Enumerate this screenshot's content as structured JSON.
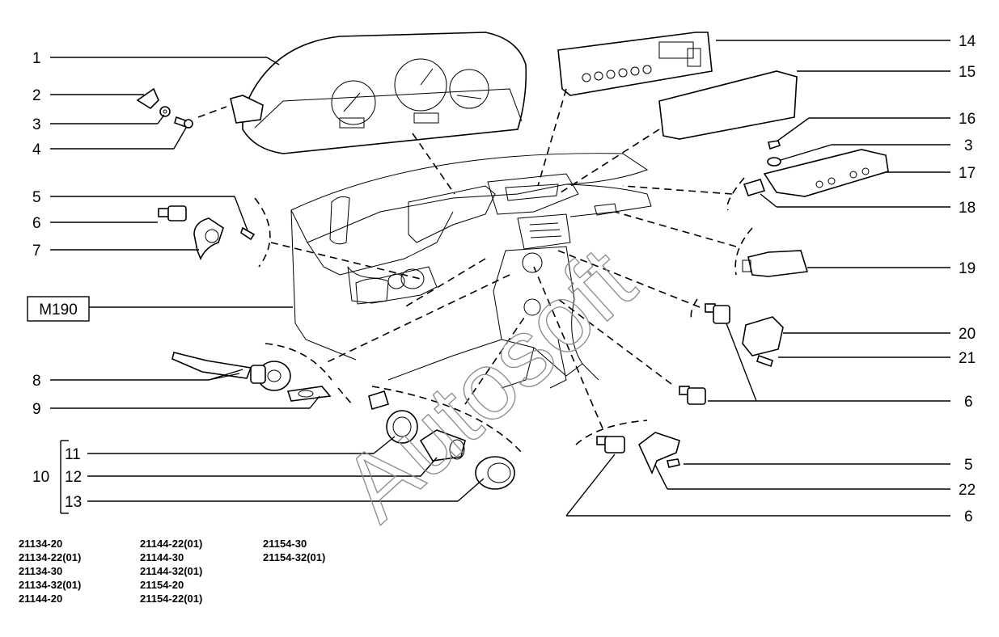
{
  "callouts": {
    "n1": "1",
    "n2": "2",
    "n3a": "3",
    "n4": "4",
    "n5a": "5",
    "n6a": "6",
    "n7": "7",
    "n8": "8",
    "n9": "9",
    "n10": "10",
    "n11": "11",
    "n12": "12",
    "n13": "13",
    "n14": "14",
    "n15": "15",
    "n16": "16",
    "n3b": "3",
    "n17": "17",
    "n18": "18",
    "n19": "19",
    "n20": "20",
    "n21": "21",
    "n6b": "6",
    "n5b": "5",
    "n22": "22",
    "n6c": "6"
  },
  "reference_box": "M190",
  "watermark": "Autosoft",
  "model_codes": {
    "col1": [
      "21134-20",
      "21134-22(01)",
      "21134-30",
      "21134-32(01)",
      "21144-20"
    ],
    "col2": [
      "21144-22(01)",
      "21144-30",
      "21144-32(01)",
      "21154-20",
      "21154-22(01)"
    ],
    "col3": [
      "21154-30",
      "21154-32(01)"
    ]
  },
  "colors": {
    "ink": "#000000",
    "watermark": "#8a8a8a",
    "background": "#ffffff"
  }
}
